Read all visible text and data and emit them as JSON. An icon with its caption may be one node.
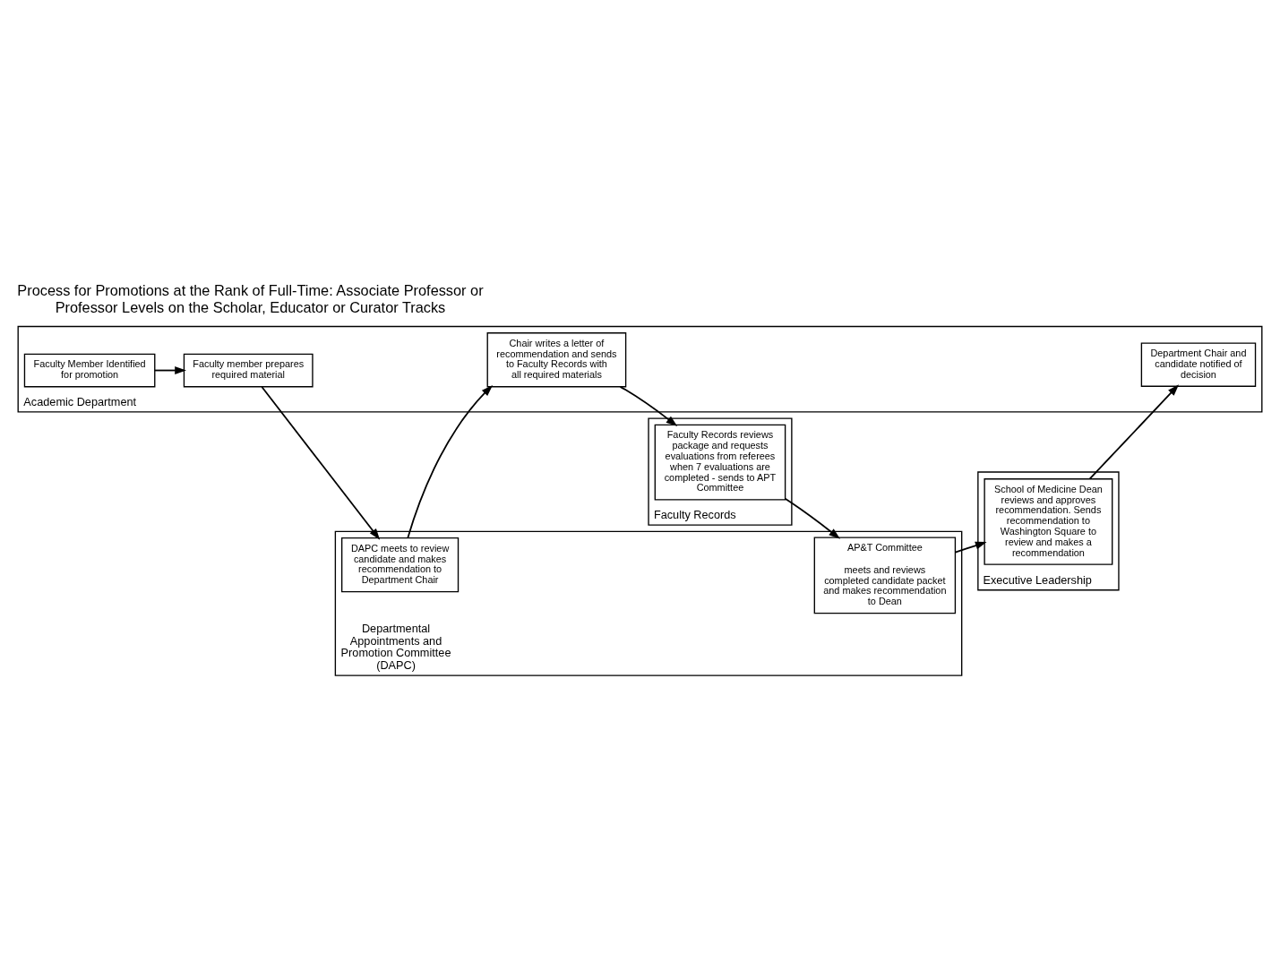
{
  "diagram": {
    "title": "Process for Promotions at the Rank of Full-Time: Associate Professor or Professor Levels on the Scholar, Educator or Curator Tracks",
    "nodes": [
      {
        "text": [
          "Academic Department"
        ]
      },
      {
        "text": [
          "Faculty Member Identified for promotion"
        ],
        "in": 0
      },
      {
        "text": [
          "Faculty member prepares required material"
        ],
        "in": 0
      },
      {
        "text": [
          "Chair writes a letter of recommendation and sends to Faculty Records with all required materials"
        ],
        "in": 0
      },
      {
        "text": [
          "Department Chair and candidate notified of decision"
        ],
        "in": 0
      },
      {
        "text": [
          "Departmental Appointments and Promotion Committee (DAPC)"
        ]
      },
      {
        "text": [
          "DAPC meets to review candidate and makes recommendation to Department Chair"
        ],
        "in": 5
      },
      {
        "text": [
          "AP&T Committee",
          "meets and reviews completed candidate packet and makes recommendation to Dean"
        ],
        "in": 5
      },
      {
        "text": [
          "Faculty Records"
        ]
      },
      {
        "text": [
          "Faculty Records reviews package and requests evaluations from referees when 7 evaluations are completed - sends to APT Committee"
        ],
        "in": 8
      },
      {
        "text": [
          "Executive Leadership"
        ]
      },
      {
        "text": [
          "School of Medicine Dean reviews and approves recommendation. Sends recommendation to Washington Square to review and makes a recommendation"
        ],
        "in": 10
      }
    ],
    "edges": [
      {
        "from": 1,
        "to": 2,
        "arrow": "to"
      },
      {
        "from": 2,
        "to": 6,
        "arrow": "to"
      },
      {
        "from": 6,
        "to": 3,
        "arrow": "to"
      },
      {
        "from": 3,
        "to": 9,
        "arrow": "to"
      },
      {
        "from": 9,
        "to": 7,
        "arrow": "to"
      },
      {
        "from": 7,
        "to": 11,
        "arrow": "to"
      },
      {
        "from": 11,
        "to": 4,
        "arrow": "to"
      }
    ]
  }
}
